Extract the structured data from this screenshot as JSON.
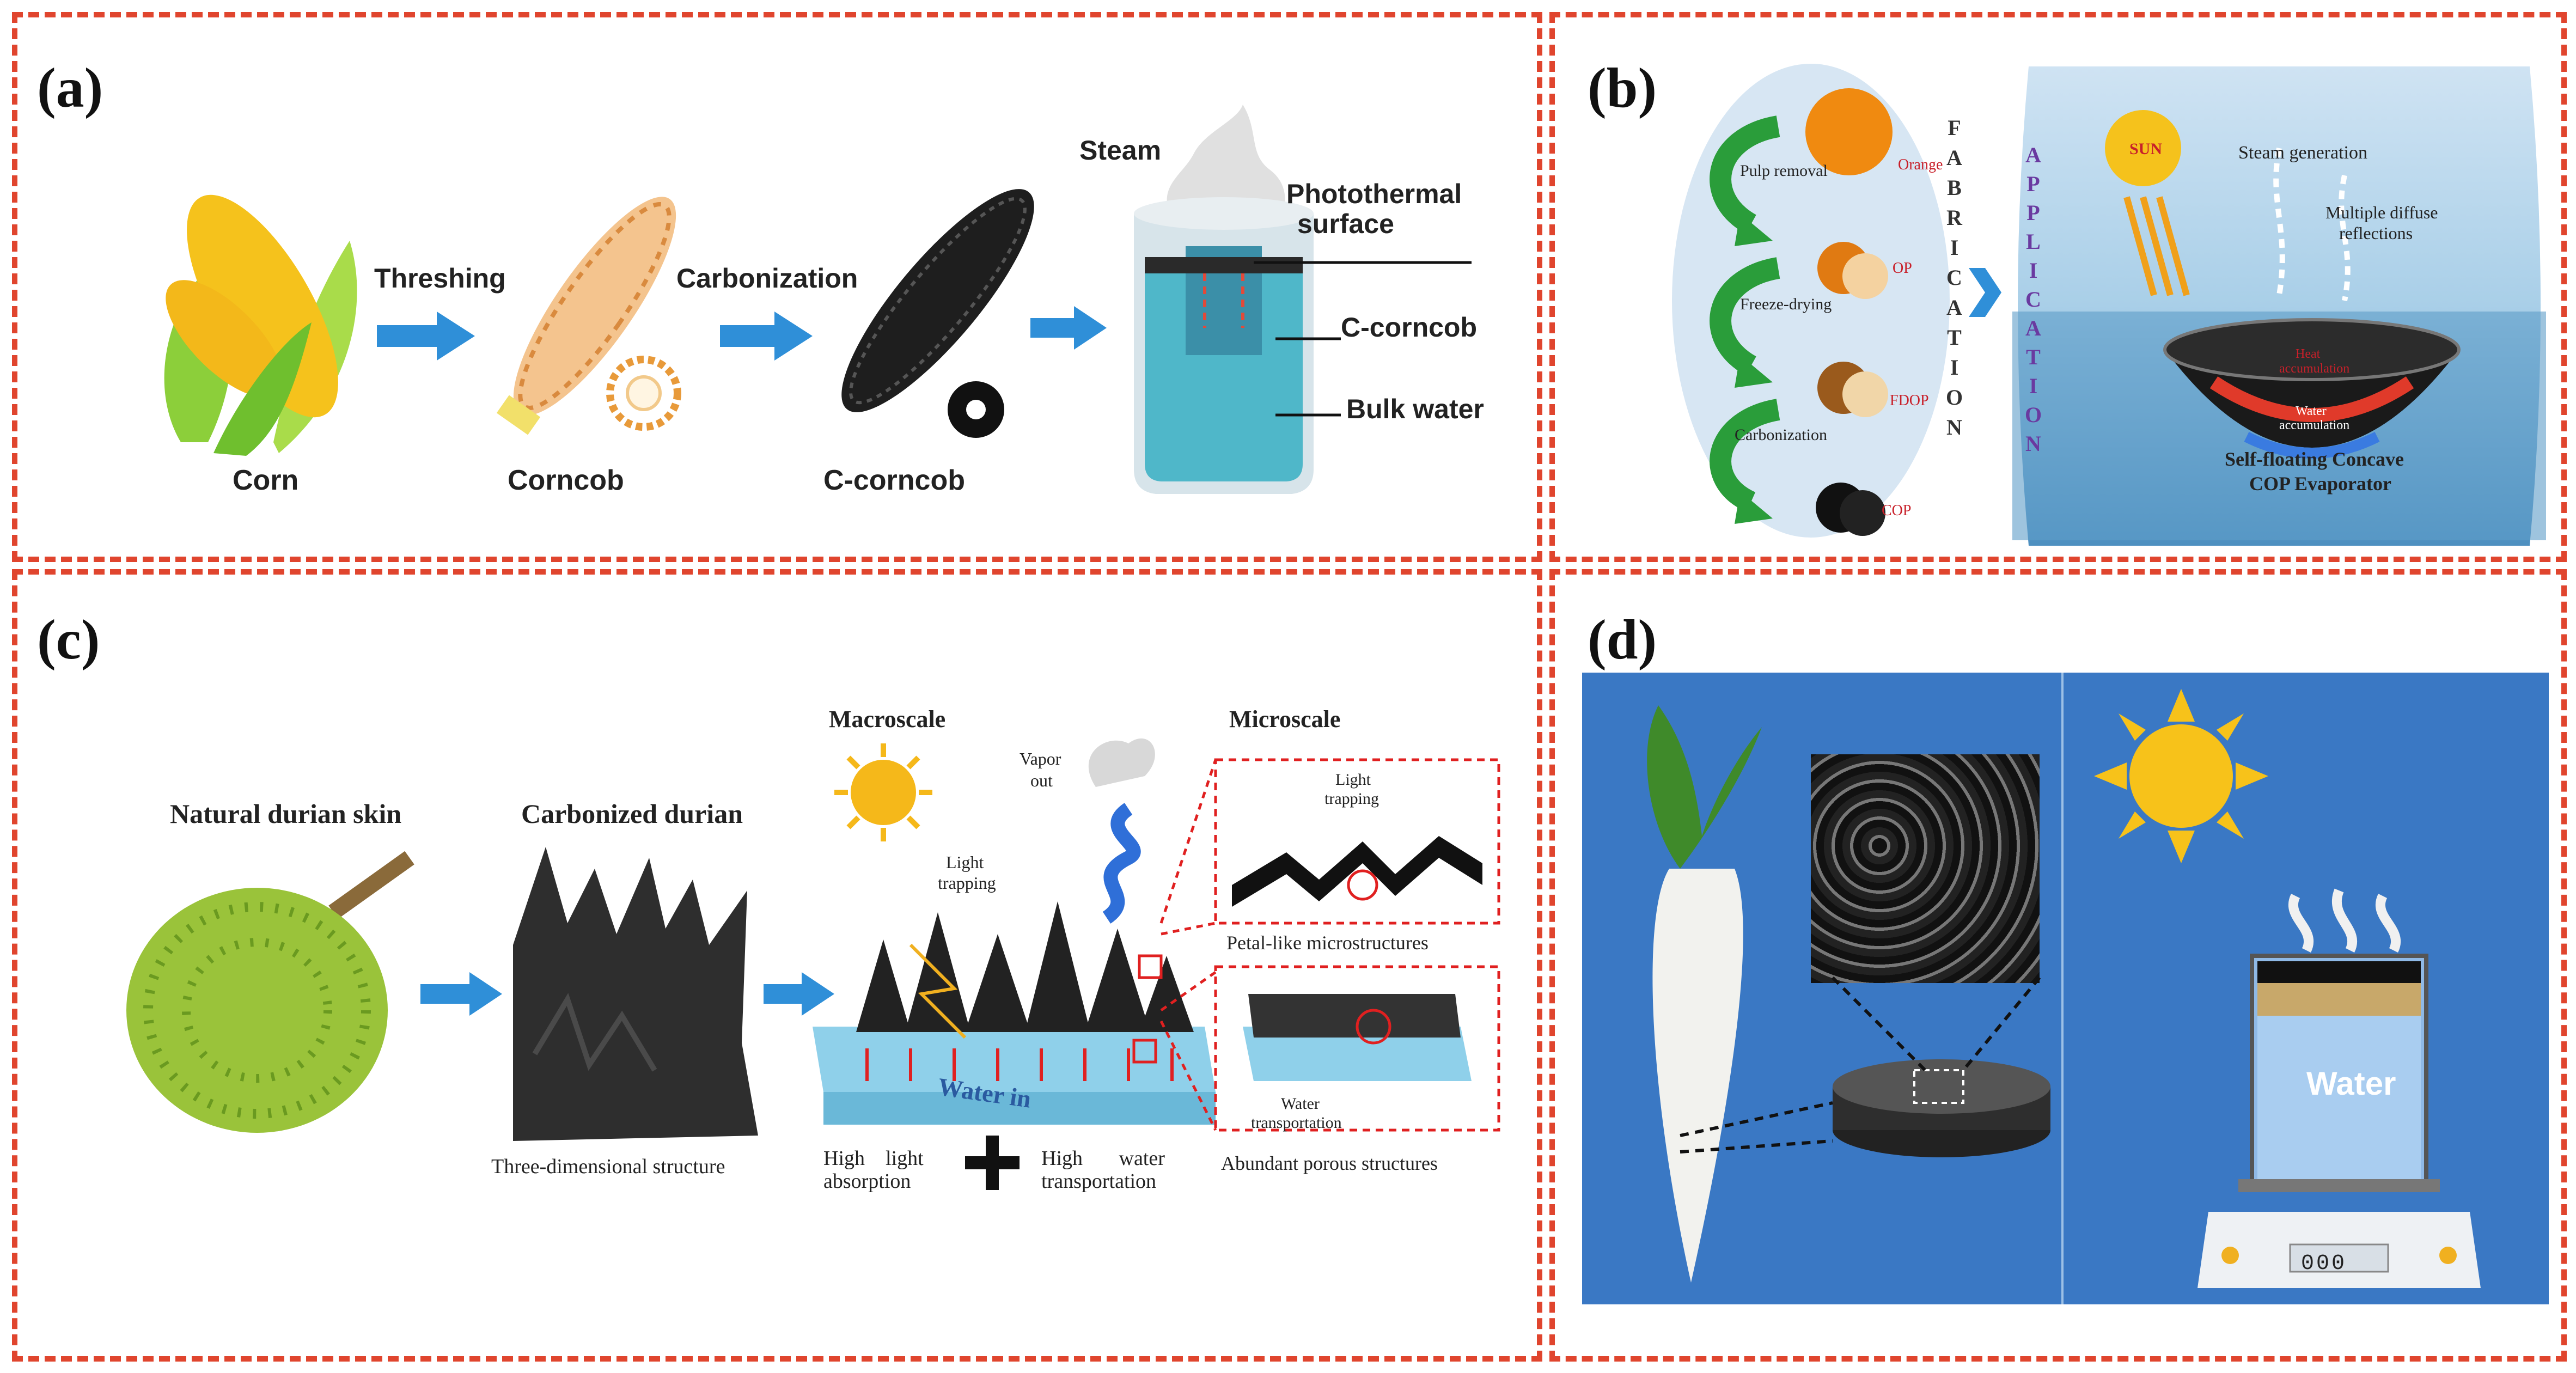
{
  "panels": {
    "a": {
      "label": "(a)",
      "items": {
        "corn": "Corn",
        "corncob": "Corncob",
        "ccorncob": "C-corncob"
      },
      "arrows": {
        "threshing": "Threshing",
        "carbonization": "Carbonization"
      },
      "device": {
        "steam": "Steam",
        "photothermal_line1": "Photothermal",
        "photothermal_line2": "surface",
        "ccorncob": "C-corncob",
        "bulk_water": "Bulk water"
      }
    },
    "b": {
      "label": "(b)",
      "steps": {
        "pulp_removal": "Pulp removal",
        "freeze_drying": "Freeze-drying",
        "carbonization": "Carbonization"
      },
      "stages": {
        "orange": "Orange",
        "op": "OP",
        "fdop": "FDOP",
        "cop": "COP"
      },
      "fabrication": "FABRICATION",
      "application": "APPLICATION",
      "scene": {
        "sun": "SUN",
        "steam": "Steam generation",
        "reflections_line1": "Multiple diffuse",
        "reflections_line2": "reflections",
        "heat_line1": "Heat",
        "heat_line2": "accumulation",
        "water_line1": "Water",
        "water_line2": "accumulation",
        "title_line1": "Self-floating Concave",
        "title_line2": "COP Evaporator"
      }
    },
    "c": {
      "label": "(c)",
      "natural": "Natural durian skin",
      "carbonized": "Carbonized durian",
      "three_d": "Three-dimensional structure",
      "macroscale": "Macroscale",
      "microscale": "Microscale",
      "vapor_line1": "Vapor",
      "vapor_line2": "out",
      "light_line1": "Light",
      "light_line2": "trapping",
      "light2_line1": "Light",
      "light2_line2": "trapping",
      "water_in": "Water in",
      "petal": "Petal-like microstructures",
      "water_trans_line1": "Water",
      "water_trans_line2": "transportation",
      "porous": "Abundant porous structures",
      "hla_line1": "High    light",
      "hla_line2": "absorption",
      "hwt_line1": "High       water",
      "hwt_line2": "transportation"
    },
    "d": {
      "label": "(d)",
      "water": "Water",
      "scale_display": "000"
    }
  },
  "colors": {
    "border": "#e0452e",
    "arrow_blue": "#2f8fd8",
    "panel_d_bg": "#3a78c4",
    "water": "#5fc6d8"
  }
}
